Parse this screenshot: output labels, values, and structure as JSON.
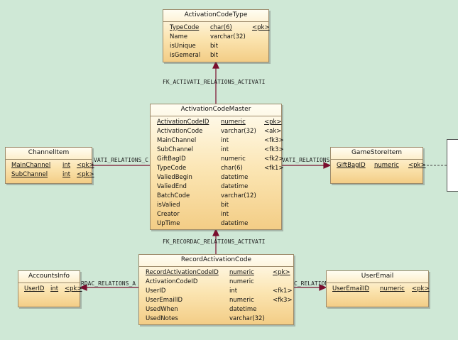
{
  "entities": {
    "activation_code_type": {
      "title": "ActivationCodeType",
      "fields": [
        {
          "name": "TypeCode",
          "type": "char(6)",
          "key": "<pk>"
        },
        {
          "name": "Name",
          "type": "varchar(32)",
          "key": ""
        },
        {
          "name": "isUnique",
          "type": "bit",
          "key": ""
        },
        {
          "name": "isGemeral",
          "type": "bit",
          "key": ""
        }
      ]
    },
    "activation_code_master": {
      "title": "ActivationCodeMaster",
      "fields": [
        {
          "name": "ActivationCodeID",
          "type": "numeric",
          "key": "<pk>"
        },
        {
          "name": "ActivationCode",
          "type": "varchar(32)",
          "key": "<ak>"
        },
        {
          "name": "MainChannel",
          "type": "int",
          "key": "<fk3>"
        },
        {
          "name": "SubChannel",
          "type": "int",
          "key": "<fk3>"
        },
        {
          "name": "GiftBagID",
          "type": "numeric",
          "key": "<fk2>"
        },
        {
          "name": "TypeCode",
          "type": "char(6)",
          "key": "<fk1>"
        },
        {
          "name": "ValiedBegin",
          "type": "datetime",
          "key": ""
        },
        {
          "name": "ValiedEnd",
          "type": "datetime",
          "key": ""
        },
        {
          "name": "BatchCode",
          "type": "varchar(12)",
          "key": ""
        },
        {
          "name": "isValied",
          "type": "bit",
          "key": ""
        },
        {
          "name": "Creator",
          "type": "int",
          "key": ""
        },
        {
          "name": "UpTime",
          "type": "datetime",
          "key": ""
        }
      ]
    },
    "channel_item": {
      "title": "ChannelItem",
      "fields": [
        {
          "name": "MainChannel",
          "type": "int",
          "key": "<pk>"
        },
        {
          "name": "SubChannel",
          "type": "int",
          "key": "<pk>"
        }
      ]
    },
    "game_store_item": {
      "title": "GameStoreItem",
      "fields": [
        {
          "name": "GiftBagID",
          "type": "numeric",
          "key": "<pk>"
        }
      ]
    },
    "record_activation_code": {
      "title": "RecordActivationCode",
      "fields": [
        {
          "name": "RecordActivationCodeID",
          "type": "numeric",
          "key": "<pk>"
        },
        {
          "name": "ActivationCodeID",
          "type": "numeric",
          "key": ""
        },
        {
          "name": "UserID",
          "type": "int",
          "key": "<fk1>"
        },
        {
          "name": "UserEmailID",
          "type": "numeric",
          "key": "<fk3>"
        },
        {
          "name": "UsedWhen",
          "type": "datetime",
          "key": ""
        },
        {
          "name": "UsedNotes",
          "type": "varchar(32)",
          "key": ""
        }
      ]
    },
    "accounts_info": {
      "title": "AccountsInfo",
      "fields": [
        {
          "name": "UserID",
          "type": "int",
          "key": "<pk>"
        }
      ]
    },
    "user_email": {
      "title": "UserEmail",
      "fields": [
        {
          "name": "UserEmailID",
          "type": "numeric",
          "key": "<pk>"
        }
      ]
    }
  },
  "relations": {
    "type_master": "FK_ACTIVATI_RELATIONS_ACTIVATI",
    "channel_master": "VATI_RELATIONS_C",
    "store_master": "VATI_RELATIONS_",
    "record_master": "FK_RECORDAC_RELATIONS_ACTIVATI",
    "accounts_record": "RDAC_RELATIONS_A",
    "email_record": "C_RELATION"
  },
  "colors": {
    "background": "#cfe8d6",
    "connector": "#7a0e2e",
    "entity_border": "#9c8a6a"
  }
}
